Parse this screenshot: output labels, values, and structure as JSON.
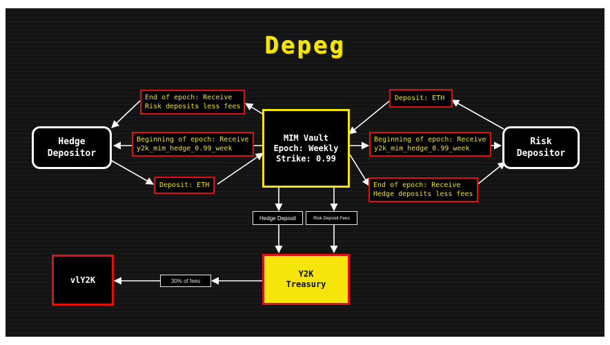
{
  "title": "Depeg",
  "vault": {
    "line1": "MIM Vault",
    "line2": "Epoch: Weekly",
    "line3": "Strike: 0.99"
  },
  "hedge_depositor": {
    "line1": "Hedge",
    "line2": "Depositor"
  },
  "risk_depositor": {
    "line1": "Risk",
    "line2": "Depositor"
  },
  "treasury": {
    "line1": "Y2K",
    "line2": "Treasury"
  },
  "vly2k": {
    "label": "vlY2K"
  },
  "labels": {
    "hedge_end_line1": "End of epoch: Receive",
    "hedge_end_line2": "Risk deposits less fees",
    "hedge_begin_line1": "Beginning of epoch: Receive",
    "hedge_begin_line2": "y2k_mim_hedge_0.99_week",
    "hedge_deposit": "Deposit: ETH",
    "risk_deposit": "Deposit: ETH",
    "risk_begin_line1": "Beginning of epoch: Receive",
    "risk_begin_line2": "y2k_mim_hedge_0.99_week",
    "risk_end_line1": "End of epoch: Receive",
    "risk_end_line2": "Hedge deposits less fees",
    "hedge_deposit_tag": "Hedge Deposit",
    "risk_deposit_fees_tag": "Risk Deposit Fees",
    "fees_tag": "30% of fees"
  },
  "colors": {
    "accent_yellow": "#f5e50a",
    "border_red": "#e01010",
    "background": "#141414"
  }
}
